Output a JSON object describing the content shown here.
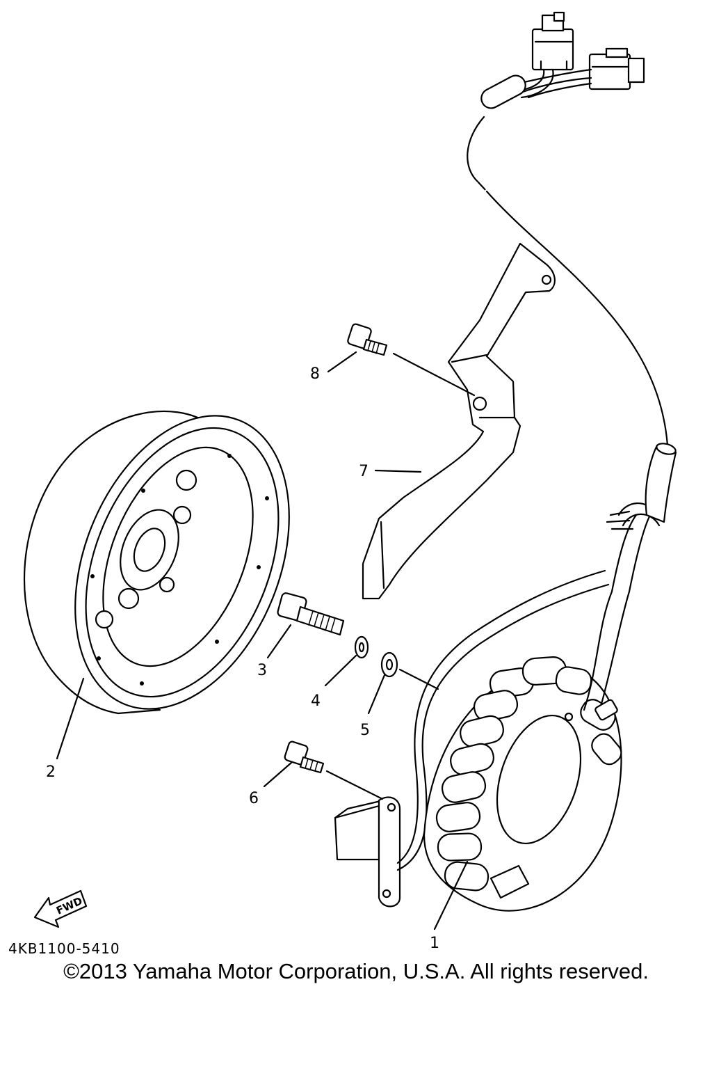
{
  "diagram": {
    "callouts": [
      {
        "id": "1",
        "label": "1"
      },
      {
        "id": "2",
        "label": "2"
      },
      {
        "id": "3",
        "label": "3"
      },
      {
        "id": "4",
        "label": "4"
      },
      {
        "id": "5",
        "label": "5"
      },
      {
        "id": "6",
        "label": "6"
      },
      {
        "id": "7",
        "label": "7"
      },
      {
        "id": "8",
        "label": "8"
      }
    ],
    "fwd_label": "FWD",
    "part_code": "4KB1100-5410",
    "copyright": "©2013 Yamaha Motor Corporation, U.S.A. All rights reserved."
  }
}
